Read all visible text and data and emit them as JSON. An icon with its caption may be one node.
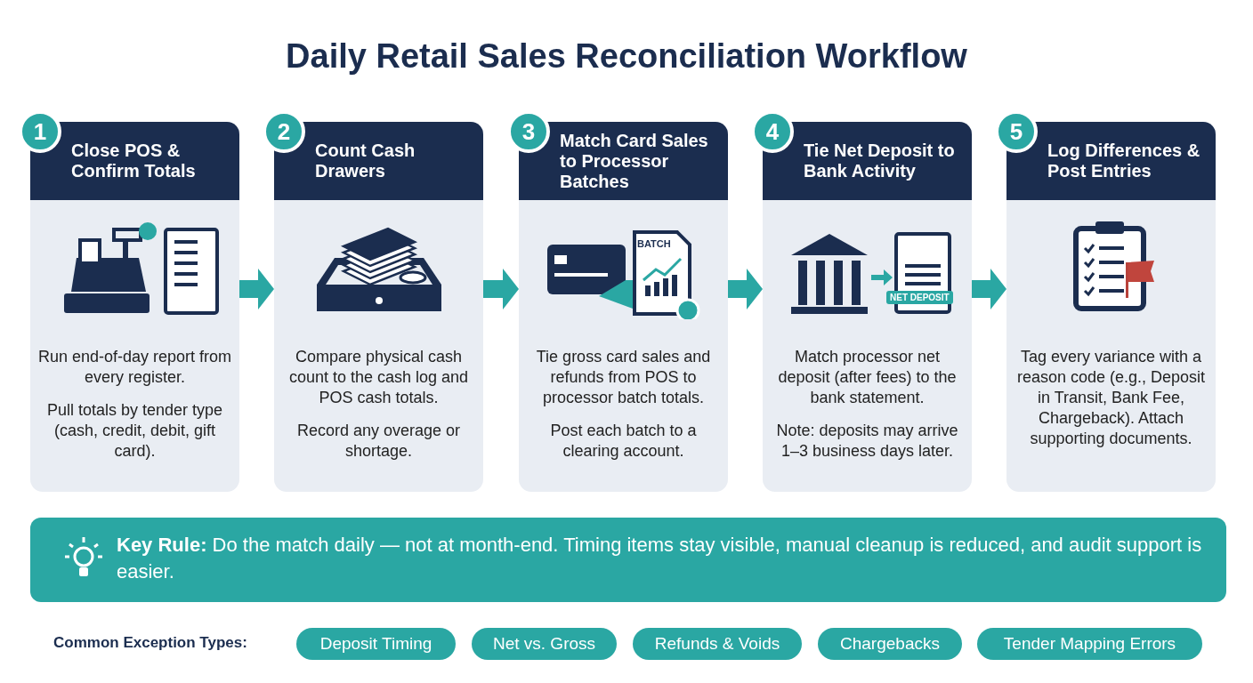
{
  "diagram": {
    "title": "Daily Retail Sales Reconciliation Workflow",
    "nodes": [
      {
        "text": [
          "1",
          "Close POS & Confirm Totals",
          "Run end-of-day report from every register.",
          "Pull totals by tender type (cash, credit, debit, gift card)."
        ]
      },
      {
        "text": [
          "2",
          "Count Cash Drawers",
          "Compare physical cash count to the cash log and POS cash totals.",
          "Record any overage or shortage."
        ]
      },
      {
        "text": [
          "3",
          "Match Card Sales to Processor Batches",
          "Tie gross card sales and refunds from POS to processor batch totals.",
          "Post each batch to a clearing account."
        ]
      },
      {
        "text": [
          "4",
          "Tie Net Deposit to Bank Activity",
          "Match processor net deposit (after fees) to the bank statement.",
          "Note: deposits may arrive 1–3 business days later."
        ]
      },
      {
        "text": [
          "5",
          "Log Differences & Post Entries",
          "Tag every variance with a reason code (e.g., Deposit in Transit, Bank Fee, Chargeback). Attach supporting documents."
        ]
      },
      {
        "text": [
          "**Key Rule:** Do the match daily — not at month-end. Timing items stay visible, manual cleanup is reduced, and audit support is easier."
        ]
      },
      {
        "text": [
          "Deposit Timing"
        ]
      },
      {
        "text": [
          "Net vs. Gross"
        ]
      },
      {
        "text": [
          "Refunds & Voids"
        ]
      },
      {
        "text": [
          "Chargebacks"
        ]
      },
      {
        "text": [
          "Tender Mapping Errors"
        ]
      }
    ],
    "edges": [
      {
        "from": 0,
        "to": 1,
        "arrow": "to"
      },
      {
        "from": 1,
        "to": 2,
        "arrow": "to"
      },
      {
        "from": 2,
        "to": 3,
        "arrow": "to"
      },
      {
        "from": 3,
        "to": 4,
        "arrow": "to"
      }
    ],
    "labels": [
      "BATCH",
      "NET DEPOSIT",
      "Common Exception Types:"
    ]
  }
}
